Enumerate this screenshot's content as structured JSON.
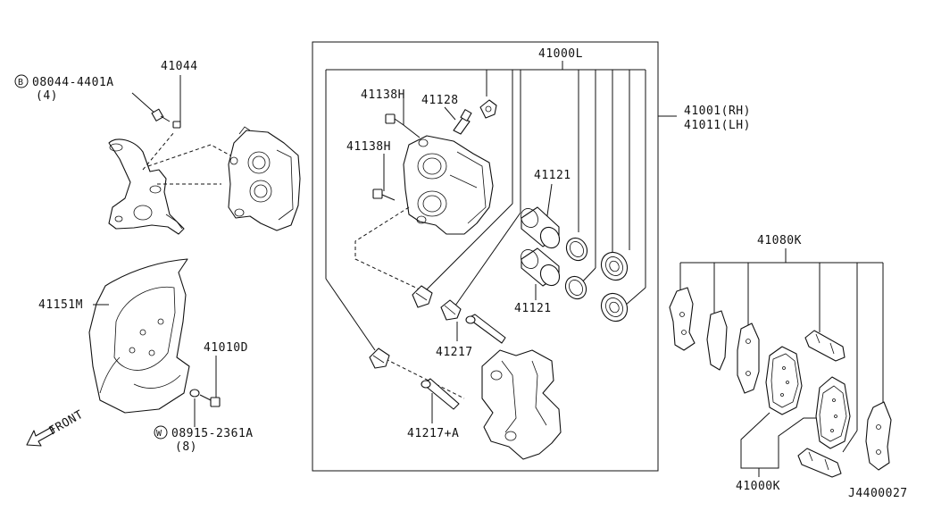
{
  "labels": {
    "b_prefix": "B",
    "bolt_b_part": "08044-4401A",
    "bolt_b_qty": "(4)",
    "washer_w_prefix": "W",
    "washer_w_part": "08915-2361A",
    "washer_w_qty": "(8)",
    "p41044": "41044",
    "p41151m": "41151M",
    "p41010d": "41010D",
    "front": "FRONT",
    "p41000l": "41000L",
    "p41138h_a": "41138H",
    "p41138h_b": "41138H",
    "p41128": "41128",
    "p41121_a": "41121",
    "p41121_b": "41121",
    "p41217": "41217",
    "p41217a": "41217+A",
    "p41001": "41001(RH)",
    "p41011": "41011(LH)",
    "p41080k": "41080K",
    "p41000k": "41000K",
    "diagram_id": "J4400027"
  }
}
